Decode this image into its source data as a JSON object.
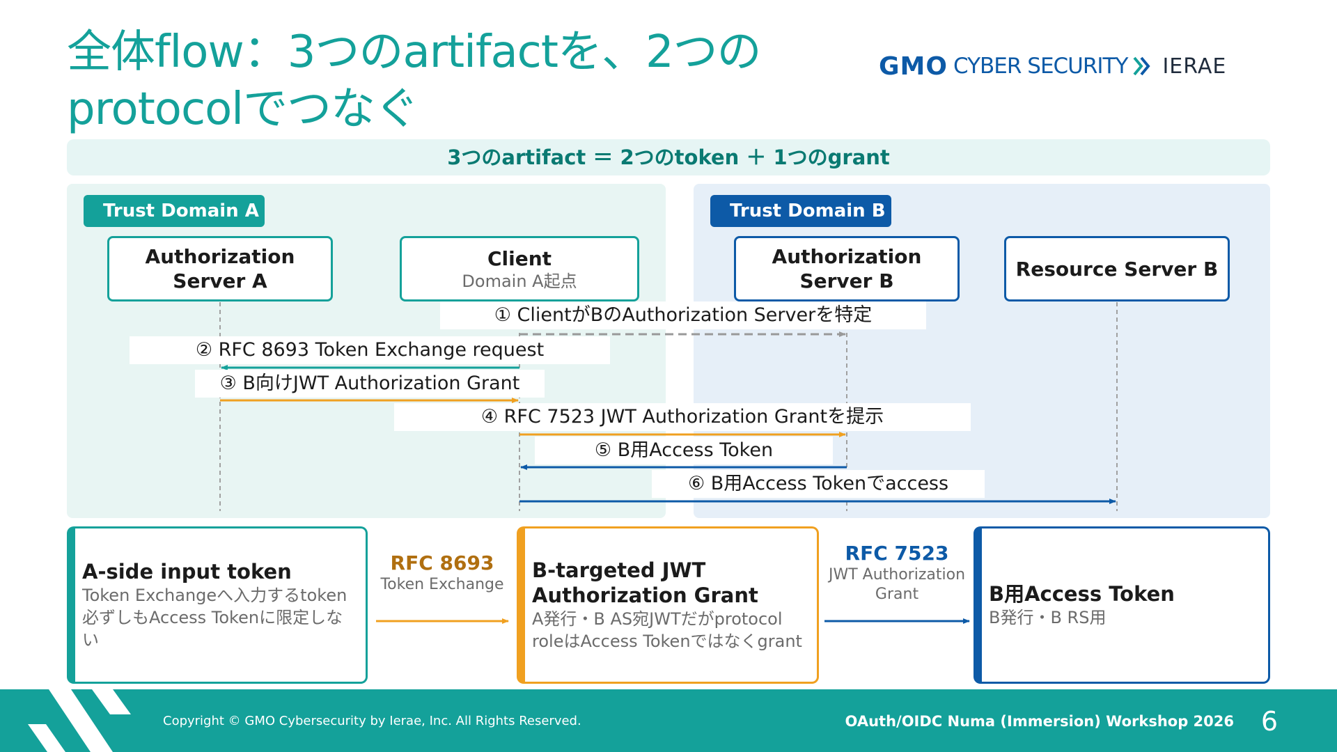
{
  "title": "全体flow：3つのartifactを、2つのprotocolでつなぐ",
  "logo": {
    "brand_gmo": "GMO",
    "brand_cyber": "CYBER SECURITY",
    "brand_ierae": "IERAE"
  },
  "artifact_summary": "3つのartifact ＝ 2つのtoken ＋ 1つのgrant",
  "domains": {
    "a": {
      "label": "Trust Domain A"
    },
    "b": {
      "label": "Trust Domain B"
    }
  },
  "nodes": {
    "as_a": {
      "title": "Authorization Server A"
    },
    "client": {
      "title": "Client",
      "subtitle": "Domain A起点"
    },
    "as_b": {
      "title": "Authorization Server B"
    },
    "rs_b": {
      "title": "Resource Server B"
    }
  },
  "messages": [
    {
      "text": "① ClientがBのAuthorization Serverを特定",
      "from": "client",
      "to": "as_b",
      "style": "dashed"
    },
    {
      "text": "② RFC 8693 Token Exchange request",
      "from": "client",
      "to": "as_a",
      "style": "solid"
    },
    {
      "text": "③ B向けJWT Authorization Grant",
      "from": "as_a",
      "to": "client",
      "style": "solid"
    },
    {
      "text": "④ RFC 7523 JWT Authorization Grantを提示",
      "from": "client",
      "to": "as_b",
      "style": "solid"
    },
    {
      "text": "⑤ B用Access Token",
      "from": "as_b",
      "to": "client",
      "style": "solid"
    },
    {
      "text": "⑥ B用Access Tokenでaccess",
      "from": "client",
      "to": "rs_b",
      "style": "solid"
    }
  ],
  "cards": {
    "a_input": {
      "title": "A-side input token",
      "desc": "Token Exchangeへ入力するtoken必ずしもAccess Tokenに限定しない"
    },
    "grant": {
      "title": "B-targeted JWT Authorization Grant",
      "desc": "A発行・B AS宛JWTだがprotocol roleはAccess Tokenではなくgrant"
    },
    "b_token": {
      "title": "B用Access Token",
      "desc": "B発行・B RS用"
    }
  },
  "protocols": {
    "rfc8693": {
      "number": "RFC 8693",
      "name": "Token Exchange"
    },
    "rfc7523": {
      "number": "RFC 7523",
      "name": "JWT Authorization Grant"
    }
  },
  "colors": {
    "teal": "#14a19a",
    "blue": "#0d5aa7",
    "orange": "#f0a020",
    "gray_dashed": "#999999",
    "rfc8693_text": "#b06f10"
  },
  "footer": {
    "copyright": "Copyright © GMO Cybersecurity by Ierae, Inc. All Rights Reserved.",
    "workshop": "OAuth/OIDC Numa (Immersion) Workshop 2026",
    "page_number": "6"
  }
}
